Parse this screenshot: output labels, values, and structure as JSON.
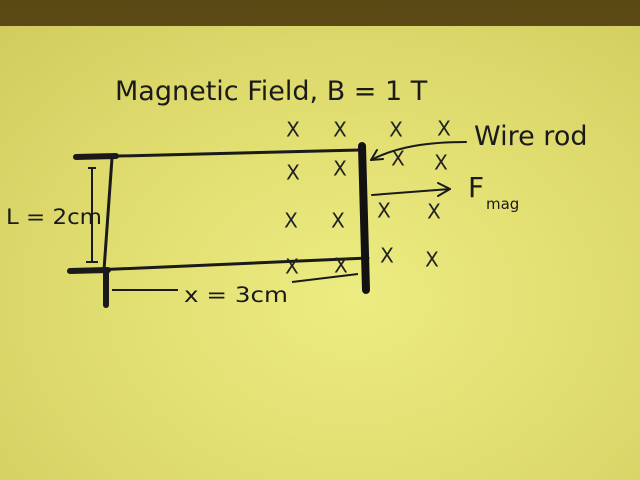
{
  "title": "Magnetic Field, B = 1 T",
  "labels": {
    "wire_rod": "Wire rod",
    "force_symbol": "F",
    "force_subscript": "mag",
    "length": "L = 2cm",
    "distance": "x = 3cm"
  },
  "field_marks": {
    "symbol": "X",
    "inside_loop": [
      "X",
      "X",
      "X",
      "X",
      "X",
      "X",
      "X",
      "X"
    ],
    "outside_loop": [
      "X",
      "X",
      "X",
      "X",
      "X",
      "X",
      "X",
      "X"
    ]
  },
  "icons": {
    "force_arrow": "arrow-right-icon",
    "pointer_arrow": "arrow-left-icon"
  },
  "colors": {
    "paper": "#e8e676",
    "ink": "#1a1a1a",
    "desk": "#6b5a1e"
  }
}
